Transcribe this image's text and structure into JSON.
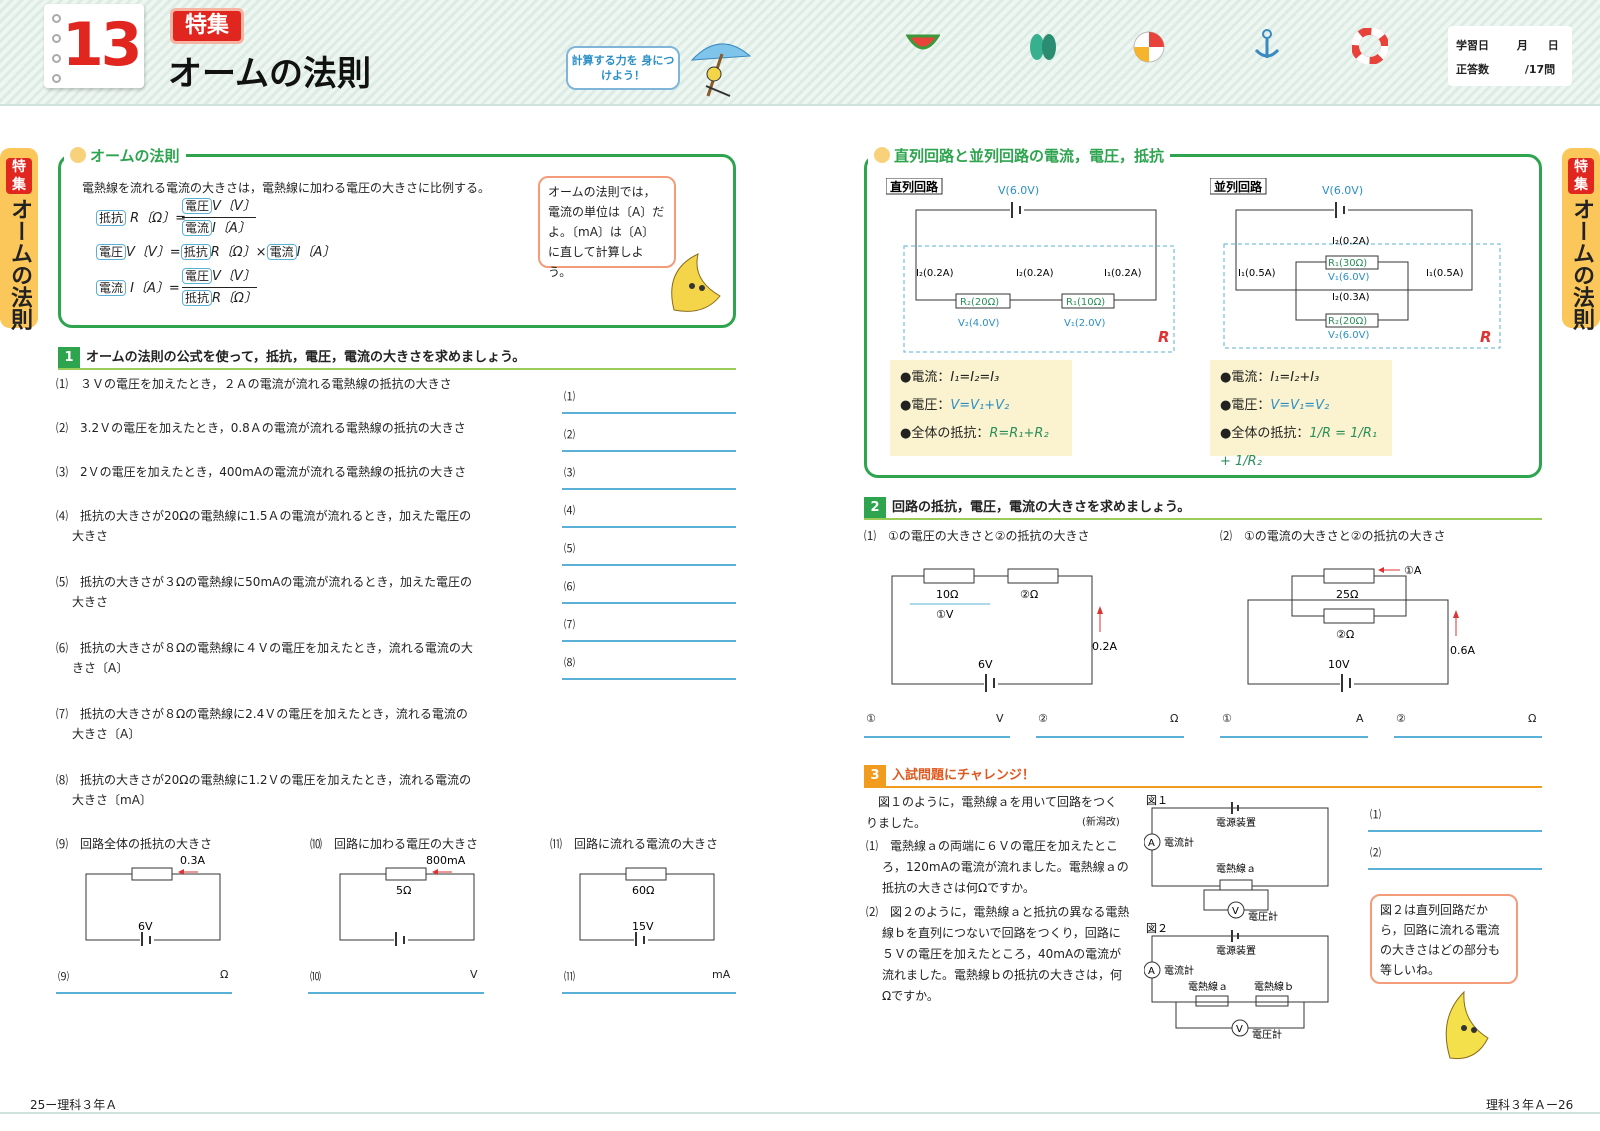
{
  "header": {
    "lesson_number": "13",
    "feature_badge": "特集",
    "title": "オームの法則",
    "speech": "計算する力を 身につけよう！",
    "date_label": "学習日",
    "month_label": "月",
    "day_label": "日",
    "score_label": "正答数",
    "score_total": "/17問"
  },
  "sidetab": {
    "badge": "特集",
    "text": "オームの法則"
  },
  "ohm_box": {
    "label": "オームの法則",
    "intro": "電熱線を流れる電流の大きさは，電熱線に加わる電圧の大きさに比例する。",
    "f1_left": "抵抗",
    "f1_var": "R〔Ω〕=",
    "f1_num_box": "電圧",
    "f1_num": "V〔V〕",
    "f1_den_box": "電流",
    "f1_den": "I〔A〕",
    "f2_box1": "電圧",
    "f2_a": "V〔V〕=",
    "f2_box2": "抵抗",
    "f2_b": "R〔Ω〕×",
    "f2_box3": "電流",
    "f2_c": "I〔A〕",
    "f3_left": "電流",
    "f3_var": "I〔A〕=",
    "f3_num_box": "電圧",
    "f3_num": "V〔V〕",
    "f3_den_box": "抵抗",
    "f3_den": "R〔Ω〕",
    "note": "オームの法則では，電流の単位は〔A〕だよ。〔mA〕は〔A〕に直して計算しよう。"
  },
  "q1": {
    "number": "1",
    "heading": "オームの法則の公式を使って，抵抗，電圧，電流の大きさを求めましょう。",
    "items": [
      "⑴　３Ｖの電圧を加えたとき，２Ａの電流が流れる電熱線の抵抗の大きさ",
      "⑵　3.2Ｖの電圧を加えたとき，0.8Ａの電流が流れる電熱線の抵抗の大きさ",
      "⑶　2Ｖの電圧を加えたとき，400mAの電流が流れる電熱線の抵抗の大きさ",
      "⑷　抵抗の大きさが20Ωの電熱線に1.5Ａの電流が流れるとき，加えた電圧の",
      "⑸　抵抗の大きさが３Ωの電熱線に50mAの電流が流れるとき，加えた電圧の",
      "⑹　抵抗の大きさが８Ωの電熱線に４Ｖの電圧を加えたとき，流れる電流の大",
      "⑺　抵抗の大きさが８Ωの電熱線に2.4Ｖの電圧を加えたとき，流れる電流の",
      "⑻　抵抗の大きさが20Ωの電熱線に1.2Ｖの電圧を加えたとき，流れる電流の"
    ],
    "conts": [
      "",
      "",
      "",
      "大きさ",
      "大きさ",
      "きさ〔A〕",
      "大きさ〔A〕",
      "大きさ〔mA〕"
    ],
    "answer_labels": [
      "⑴",
      "⑵",
      "⑶",
      "⑷",
      "⑸",
      "⑹",
      "⑺",
      "⑻"
    ],
    "sub": [
      {
        "label": "⑼　回路全体の抵抗の大きさ",
        "current": "0.3A",
        "res": "",
        "volt": "6V",
        "ans": "⑼",
        "unit": "Ω"
      },
      {
        "label": "⑽　回路に加わる電圧の大きさ",
        "current": "800mA",
        "res": "5Ω",
        "volt": "",
        "ans": "⑽",
        "unit": "V"
      },
      {
        "label": "⑾　回路に流れる電流の大きさ",
        "current": "",
        "res": "60Ω",
        "volt": "15V",
        "ans": "⑾",
        "unit": "mA"
      }
    ]
  },
  "circuit_box": {
    "label": "直列回路と並列回路の電流，電圧，抵抗",
    "series": {
      "title": "直列回路",
      "v": "V(6.0V)",
      "i2": "I₂(0.2A)",
      "i2b": "I₂(0.2A)",
      "i1": "I₁(0.2A)",
      "r2": "R₂(20Ω)",
      "r1": "R₁(10Ω)",
      "v2": "V₂(4.0V)",
      "v1": "V₁(2.0V)",
      "R": "R",
      "l1": "●電流：",
      "f1": "I₁=I₂=I₃",
      "l2": "●電圧：",
      "f2": "V=V₁+V₂",
      "l3": "●全体の抵抗：",
      "f3": "R=R₁+R₂"
    },
    "parallel": {
      "title": "並列回路",
      "v": "V(6.0V)",
      "i2top": "I₂(0.2A)",
      "r1": "R₁(30Ω)",
      "v1": "V₁(6.0V)",
      "i1l": "I₁(0.5A)",
      "i1r": "I₁(0.5A)",
      "i2bot": "I₂(0.3A)",
      "r2": "R₂(20Ω)",
      "v2": "V₂(6.0V)",
      "R": "R",
      "l1": "●電流：",
      "f1": "I₁=I₂+I₃",
      "l2": "●電圧：",
      "f2": "V=V₁=V₂",
      "l3": "●全体の抵抗：",
      "f3": "1/R = 1/R₁ + 1/R₂"
    }
  },
  "q2": {
    "number": "2",
    "heading": "回路の抵抗，電圧，電流の大きさを求めましょう。",
    "sub1": {
      "label": "⑴　①の電圧の大きさと②の抵抗の大きさ",
      "r1": "10Ω",
      "r2": "②Ω",
      "v": "①V",
      "i": "0.2A",
      "e": "6V",
      "a1": "①",
      "u1": "V",
      "a2": "②",
      "u2": "Ω"
    },
    "sub2": {
      "label": "⑵　①の電流の大きさと②の抵抗の大きさ",
      "r1": "25Ω",
      "r2": "②Ω",
      "i1": "①A",
      "i": "0.6A",
      "e": "10V",
      "a1": "①",
      "u1": "A",
      "a2": "②",
      "u2": "Ω"
    }
  },
  "q3": {
    "number": "3",
    "heading": "入試問題にチャレンジ！",
    "intro": "図１のように，電熱線ａを用いて回路をつくりました。",
    "source": "(新潟改)",
    "p1": "⑴　電熱線ａの両端に６Ｖの電圧を加えたところ，120mAの電流が流れました。電熱線ａの抵抗の大きさは何Ωですか。",
    "p2": "⑵　図２のように，電熱線ａと抵抗の異なる電熱線ｂを直列につないで回路をつくり，回路に５Ｖの電圧を加えたところ，40mAの電流が流れました。電熱線ｂの抵抗の大きさは，何Ωですか。",
    "fig1": "図１",
    "fig2": "図２",
    "power": "電源装置",
    "ammeter": "電流計",
    "voltmeter": "電圧計",
    "wire_a": "電熱線ａ",
    "wire_b": "電熱線ｂ",
    "ans1": "⑴",
    "ans2": "⑵",
    "note": "図２は直列回路だから，回路に流れる電流の大きさはどの部分も等しいね。"
  },
  "footer": {
    "left": "25ー理科３年Ａ",
    "right": "理科３年Ａー26"
  }
}
